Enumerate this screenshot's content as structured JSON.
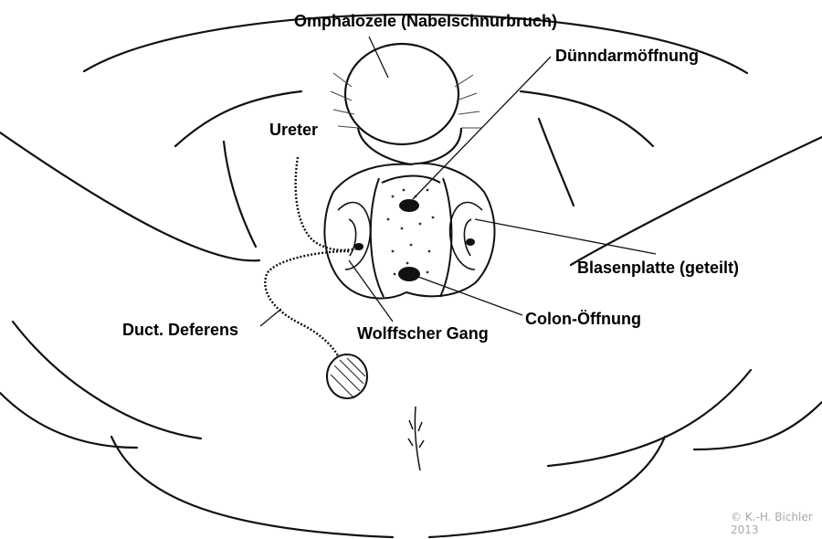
{
  "labels": {
    "omphalocele": "Omphalozele (Nabelschnurbruch)",
    "small_intestine_opening": "Dünndarmöffnung",
    "ureter": "Ureter",
    "bladder_plate": "Blasenplatte (geteilt)",
    "ductus_deferens": "Duct. Deferens",
    "wolffian_duct": "Wolffscher Gang",
    "colon_opening": "Colon-Öffnung"
  },
  "credit": {
    "author": "© K.-H. Bichler",
    "year": "2013"
  },
  "colors": {
    "ink": "#000000",
    "background": "#ffffff",
    "credit": "#a8a8a8"
  }
}
